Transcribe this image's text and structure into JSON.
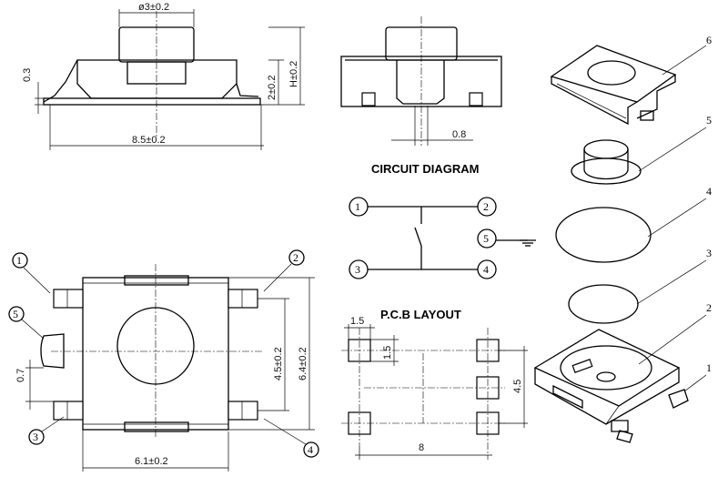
{
  "headings": {
    "circuit": "CIRCUIT DIAGRAM",
    "pcb": "P.C.B LAYOUT"
  },
  "dimensions": {
    "cap_diameter": "ø3±0.2",
    "lead_thickness": "0.3",
    "body_height": "2±0.2",
    "total_height": "H±0.2",
    "overall_length": "8.5±0.2",
    "pin_width": "0.8",
    "pad_pitch_v": "4.5±0.2",
    "overall_width": "6.4±0.2",
    "post_width": "0.7",
    "body_width": "6.1±0.2",
    "pad_w": "1.5",
    "pad_h": "1.5",
    "pad_vertical": "4.5",
    "pad_horizontal": "8"
  },
  "pins": {
    "p1": "1",
    "p2": "2",
    "p3": "3",
    "p4": "4",
    "p5": "5"
  },
  "parts": {
    "n1": "1",
    "n2": "2",
    "n3": "3",
    "n4": "4",
    "n5": "5",
    "n6": "6"
  }
}
